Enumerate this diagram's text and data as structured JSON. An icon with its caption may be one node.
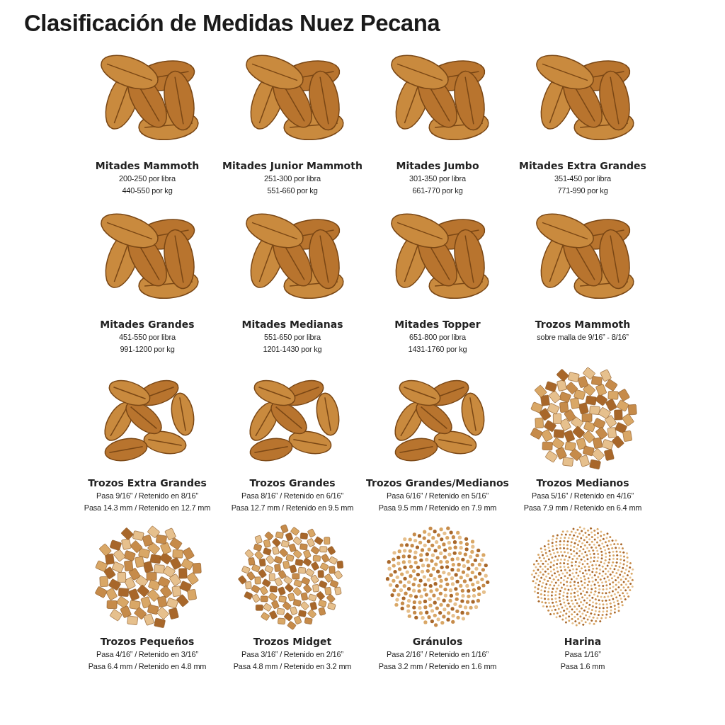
{
  "diagram": {
    "title": "Clasificación de Medidas Nuez Pecana",
    "nodes": [
      {
        "text": [
          "Mitades Mammoth",
          "200-250 por libra",
          "440-550 por kg"
        ]
      },
      {
        "text": [
          "Mitades Junior Mammoth",
          "251-300 por libra",
          "551-660 por kg"
        ]
      },
      {
        "text": [
          "Mitades Jumbo",
          "301-350 por libra",
          "661-770 por kg"
        ]
      },
      {
        "text": [
          "Mitades Extra Grandes",
          "351-450 por libra",
          "771-990 por kg"
        ]
      },
      {
        "text": [
          "Mitades Grandes",
          "451-550 por libra",
          "991-1200 por kg"
        ]
      },
      {
        "text": [
          "Mitades Medianas",
          "551-650 por libra",
          "1201-1430 por kg"
        ]
      },
      {
        "text": [
          "Mitades Topper",
          "651-800 por libra",
          "1431-1760 por kg"
        ]
      },
      {
        "text": [
          "Trozos Mammoth",
          "sobre malla de 9/16” - 8/16”"
        ]
      },
      {
        "text": [
          "Trozos Extra Grandes",
          "Pasa 9/16” / Retenido en 8/16”",
          "Pasa 14.3 mm / Retenido en 12.7 mm"
        ]
      },
      {
        "text": [
          "Trozos Grandes",
          "Pasa 8/16” / Retenido en 6/16”",
          "Pasa 12.7 mm / Retenido en 9.5 mm"
        ]
      },
      {
        "text": [
          "Trozos Grandes/Medianos",
          "Pasa 6/16” / Retenido en 5/16”",
          "Pasa 9.5 mm / Retenido en 7.9 mm"
        ]
      },
      {
        "text": [
          "Trozos Medianos",
          "Pasa 5/16” / Retenido en 4/16”",
          "Pasa 7.9 mm / Retenido en 6.4 mm"
        ]
      },
      {
        "text": [
          "Trozos Pequeños",
          "Pasa 4/16” / Retenido en 3/16”",
          "Pasa 6.4 mm / Retenido en 4.8 mm"
        ]
      },
      {
        "text": [
          "Trozos Midget",
          "Pasa 3/16” / Retenido en 2/16”",
          "Pasa 4.8 mm / Retenido en 3.2 mm"
        ]
      },
      {
        "text": [
          "Gránulos",
          "Pasa 2/16” / Retenido en 1/16”",
          "Pasa 3.2 mm / Retenido en 1.6 mm"
        ]
      },
      {
        "text": [
          "Harina",
          "Pasa 1/16”",
          "Pasa 1.6 mm"
        ]
      }
    ]
  }
}
